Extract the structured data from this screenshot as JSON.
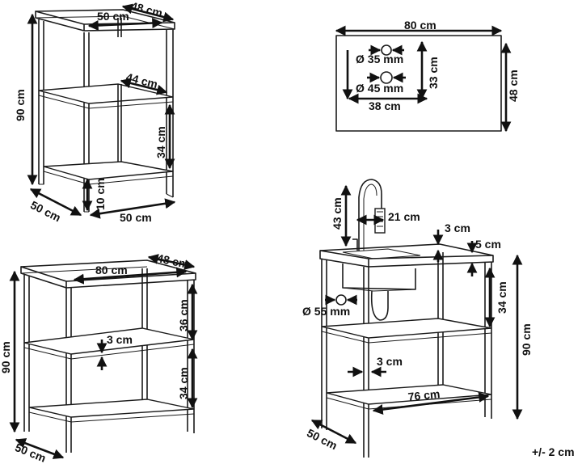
{
  "tolerance": "+/- 2 cm",
  "shelf_small": {
    "width": "50 cm",
    "depth_top": "48 cm",
    "height": "90 cm",
    "inner_depth": "44 cm",
    "lower_gap": "34 cm",
    "foot": "10 cm",
    "base_depth": "50 cm",
    "base_width": "50 cm"
  },
  "countertop": {
    "width": "80 cm",
    "hole_top": "Ø 35 mm",
    "hole_bottom": "Ø 45 mm",
    "hole_vertical": "33 cm",
    "hole_horizontal": "38 cm",
    "depth": "48 cm"
  },
  "shelf_large": {
    "width": "80 cm",
    "depth": "48 cm",
    "upper_gap": "36 cm",
    "shelf_thickness": "3 cm",
    "lower_gap": "34 cm",
    "height": "90 cm",
    "base_depth": "50 cm"
  },
  "sink_unit": {
    "faucet_height": "43 cm",
    "faucet_reach": "21 cm",
    "top_thickness": "3 cm",
    "rim": "5 cm",
    "drain": "Ø 55 mm",
    "upper_gap": "34 cm",
    "height": "90 cm",
    "shelf_thickness": "3 cm",
    "inner_width": "76 cm",
    "base_depth": "50 cm"
  }
}
